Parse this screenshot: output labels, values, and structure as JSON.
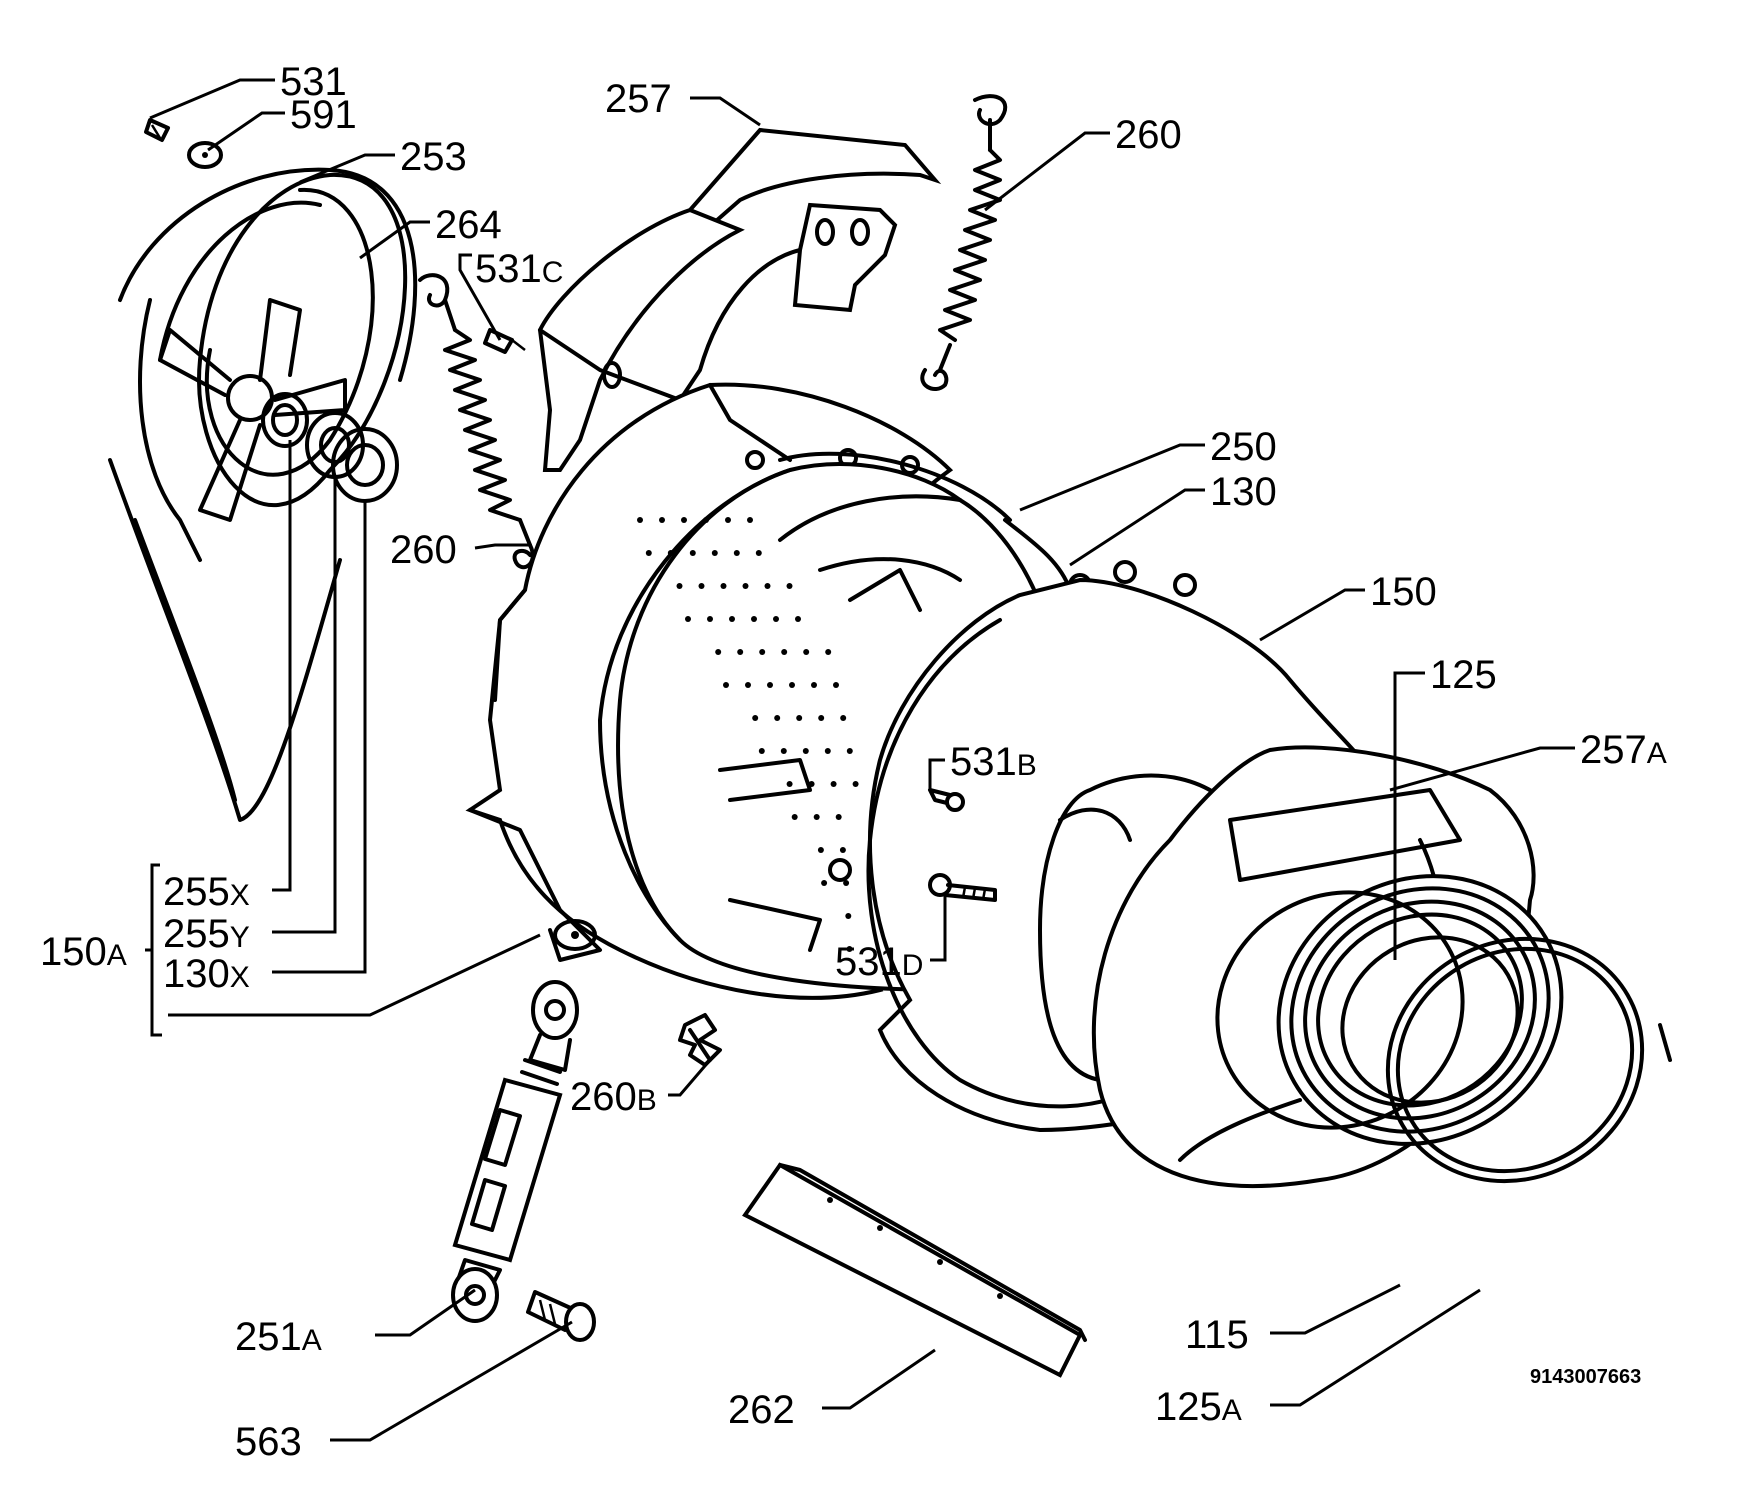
{
  "labels": {
    "l531": "531",
    "l591": "591",
    "l253": "253",
    "l264": "264",
    "l531c_num": "531",
    "l531c_sub": "C",
    "l257": "257",
    "l260a": "260",
    "l260b": "260",
    "l250": "250",
    "l130": "130",
    "l150": "150",
    "l125": "125",
    "l257a_num": "257",
    "l257a_sub": "A",
    "l531b_num": "531",
    "l531b_sub": "B",
    "l531d_num": "531",
    "l531d_sub": "D",
    "l255x_num": "255",
    "l255x_sub": "X",
    "l255y_num": "255",
    "l255y_sub": "Y",
    "l130x_num": "130",
    "l130x_sub": "X",
    "l150a_num": "150",
    "l150a_sub": "A",
    "l260b2_num": "260",
    "l260b2_sub": "B",
    "l251a_num": "251",
    "l251a_sub": "A",
    "l563": "563",
    "l262": "262",
    "l115": "115",
    "l125a_num": "125",
    "l125a_sub": "A"
  },
  "reference_code": "9143007663"
}
